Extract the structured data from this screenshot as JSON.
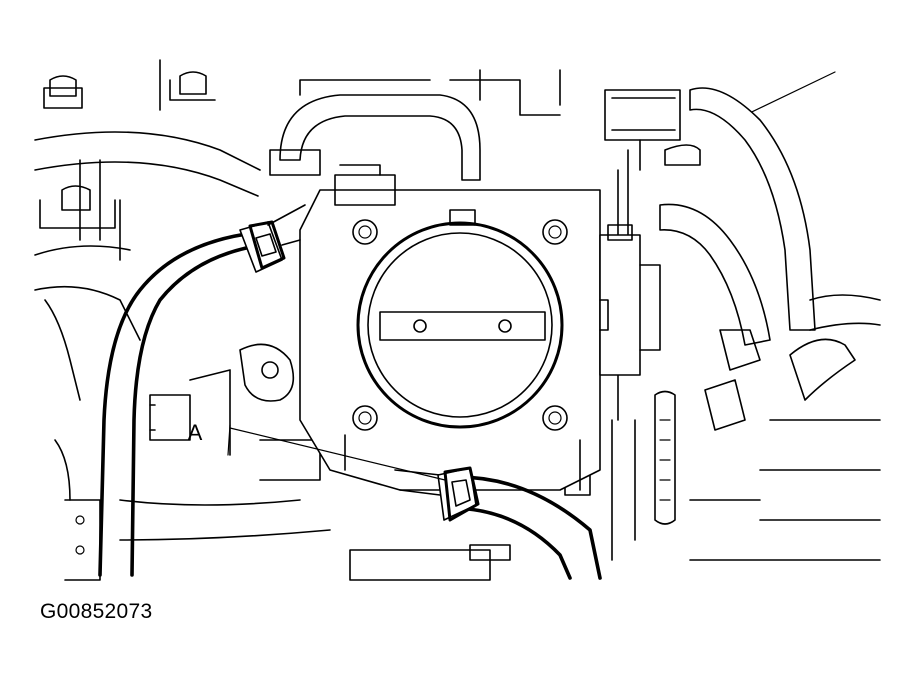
{
  "figure": {
    "id_label": "G00852073",
    "callouts": [
      {
        "key": "a",
        "label": "A"
      }
    ],
    "colors": {
      "line": "#000000",
      "background": "#ffffff"
    }
  }
}
